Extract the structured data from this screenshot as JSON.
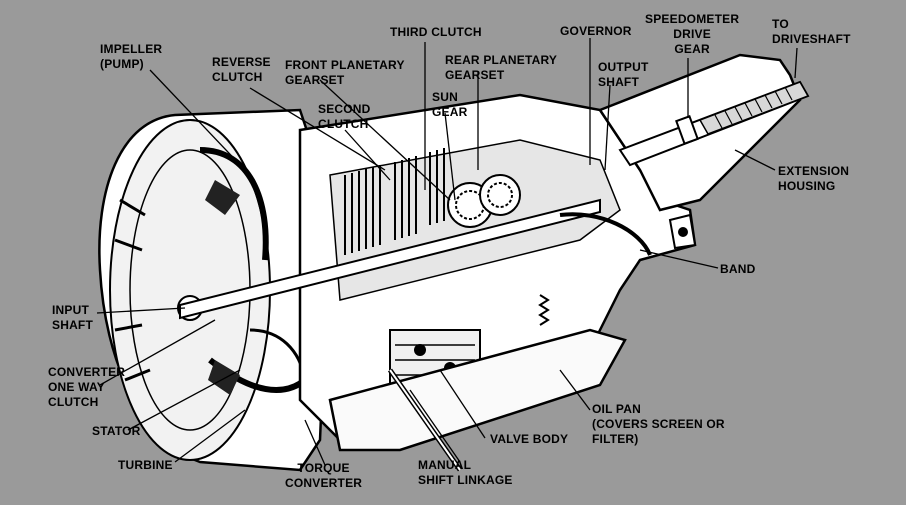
{
  "colors": {
    "background": "#9a9a9a",
    "ink": "#000000",
    "paper": "#ffffff"
  },
  "labels": {
    "impeller": "IMPELLER\n(PUMP)",
    "reverse_clutch": "REVERSE\nCLUTCH",
    "front_planetary": "FRONT PLANETARY\nGEARSET",
    "second_clutch": "SECOND\nCLUTCH",
    "third_clutch": "THIRD CLUTCH",
    "rear_planetary": "REAR PLANETARY\nGEARSET",
    "sun_gear": "SUN\nGEAR",
    "governor": "GOVERNOR",
    "output_shaft": "OUTPUT\nSHAFT",
    "speedometer_drive_gear": "SPEEDOMETER\nDRIVE\nGEAR",
    "to_driveshaft": "TO\nDRIVESHAFT",
    "extension_housing": "EXTENSION\nHOUSING",
    "band": "BAND",
    "input_shaft": "INPUT\nSHAFT",
    "converter_one_way_clutch": "CONVERTER\nONE WAY\nCLUTCH",
    "stator": "STATOR",
    "turbine": "TURBINE",
    "torque_converter": "TORQUE\nCONVERTER",
    "manual_shift_linkage": "MANUAL\nSHIFT LINKAGE",
    "valve_body": "VALVE BODY",
    "oil_pan": "OIL PAN\n(COVERS SCREEN OR\nFILTER)"
  }
}
